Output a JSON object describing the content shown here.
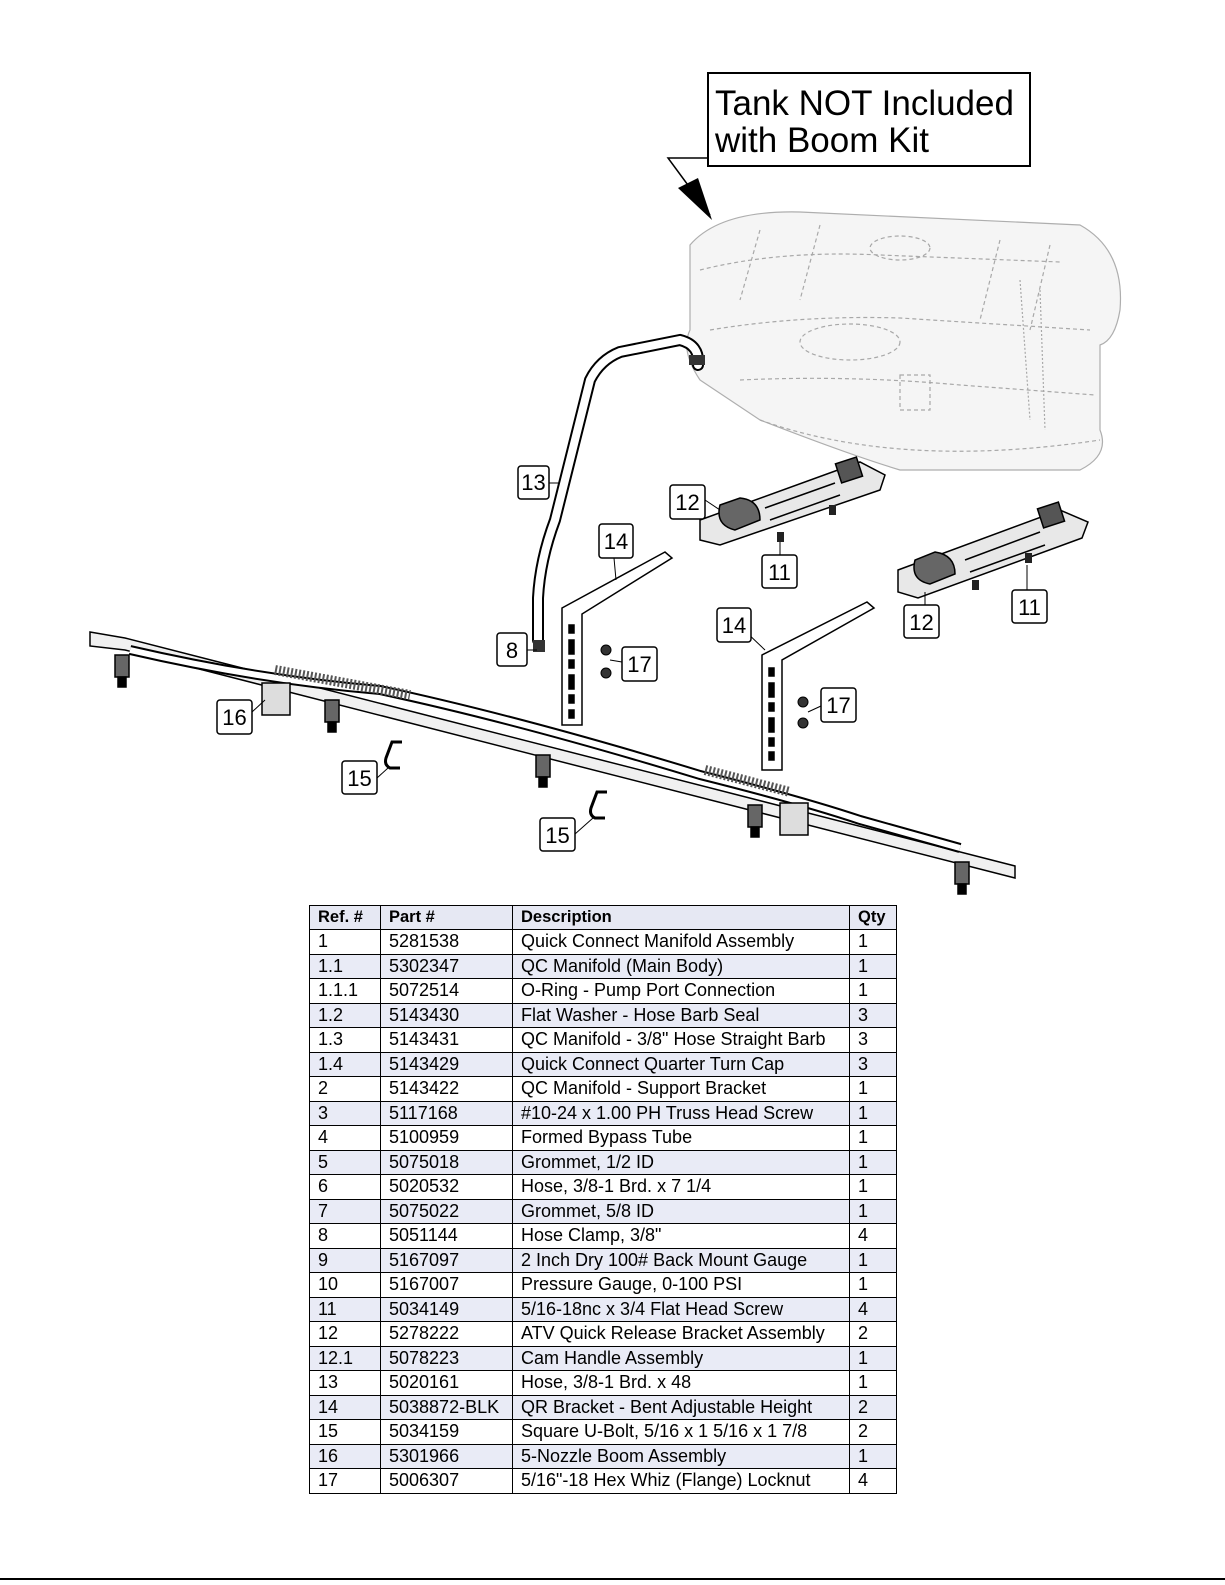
{
  "note": {
    "line1": "Tank NOT Included",
    "line2": "with Boom Kit"
  },
  "callouts": [
    "13",
    "12",
    "14",
    "11",
    "11",
    "12",
    "14",
    "8",
    "17",
    "17",
    "16",
    "15",
    "15"
  ],
  "table": {
    "headers": {
      "ref": "Ref. #",
      "part": "Part #",
      "desc": "Description",
      "qty": "Qty"
    },
    "rows": [
      {
        "ref": "1",
        "part": "5281538",
        "desc": "Quick Connect Manifold Assembly",
        "qty": "1"
      },
      {
        "ref": "1.1",
        "part": "5302347",
        "desc": "QC Manifold (Main Body)",
        "qty": "1"
      },
      {
        "ref": "1.1.1",
        "part": "5072514",
        "desc": "O-Ring - Pump Port Connection",
        "qty": "1"
      },
      {
        "ref": "1.2",
        "part": "5143430",
        "desc": "Flat Washer - Hose Barb Seal",
        "qty": "3"
      },
      {
        "ref": "1.3",
        "part": "5143431",
        "desc": "QC Manifold - 3/8\" Hose Straight Barb",
        "qty": "3"
      },
      {
        "ref": "1.4",
        "part": "5143429",
        "desc": "Quick Connect Quarter Turn Cap",
        "qty": "3"
      },
      {
        "ref": "2",
        "part": "5143422",
        "desc": "QC Manifold - Support Bracket",
        "qty": "1"
      },
      {
        "ref": "3",
        "part": "5117168",
        "desc": "#10-24 x 1.00 PH Truss Head Screw",
        "qty": "1"
      },
      {
        "ref": "4",
        "part": "5100959",
        "desc": "Formed Bypass Tube",
        "qty": "1"
      },
      {
        "ref": "5",
        "part": "5075018",
        "desc": "Grommet, 1/2 ID",
        "qty": "1"
      },
      {
        "ref": "6",
        "part": "5020532",
        "desc": "Hose, 3/8-1 Brd. x 7 1/4",
        "qty": "1"
      },
      {
        "ref": "7",
        "part": "5075022",
        "desc": "Grommet, 5/8 ID",
        "qty": "1"
      },
      {
        "ref": "8",
        "part": "5051144",
        "desc": "Hose Clamp, 3/8\"",
        "qty": "4"
      },
      {
        "ref": "9",
        "part": "5167097",
        "desc": "2 Inch Dry 100# Back Mount Gauge",
        "qty": "1"
      },
      {
        "ref": "10",
        "part": "5167007",
        "desc": "Pressure Gauge, 0-100 PSI",
        "qty": "1"
      },
      {
        "ref": "11",
        "part": "5034149",
        "desc": "5/16-18nc x 3/4 Flat Head Screw",
        "qty": "4"
      },
      {
        "ref": "12",
        "part": "5278222",
        "desc": "ATV Quick Release Bracket Assembly",
        "qty": "2"
      },
      {
        "ref": "12.1",
        "part": "5078223",
        "desc": "Cam Handle Assembly",
        "qty": "1"
      },
      {
        "ref": "13",
        "part": "5020161",
        "desc": "Hose, 3/8-1 Brd. x 48",
        "qty": "1"
      },
      {
        "ref": "14",
        "part": "5038872-BLK",
        "desc": "QR Bracket - Bent Adjustable Height",
        "qty": "2"
      },
      {
        "ref": "15",
        "part": "5034159",
        "desc": "Square U-Bolt, 5/16 x 1 5/16 x 1 7/8",
        "qty": "2"
      },
      {
        "ref": "16",
        "part": "5301966",
        "desc": "5-Nozzle Boom Assembly",
        "qty": "1"
      },
      {
        "ref": "17",
        "part": "5006307",
        "desc": "5/16\"-18 Hex Whiz (Flange) Locknut",
        "qty": "4"
      }
    ]
  }
}
